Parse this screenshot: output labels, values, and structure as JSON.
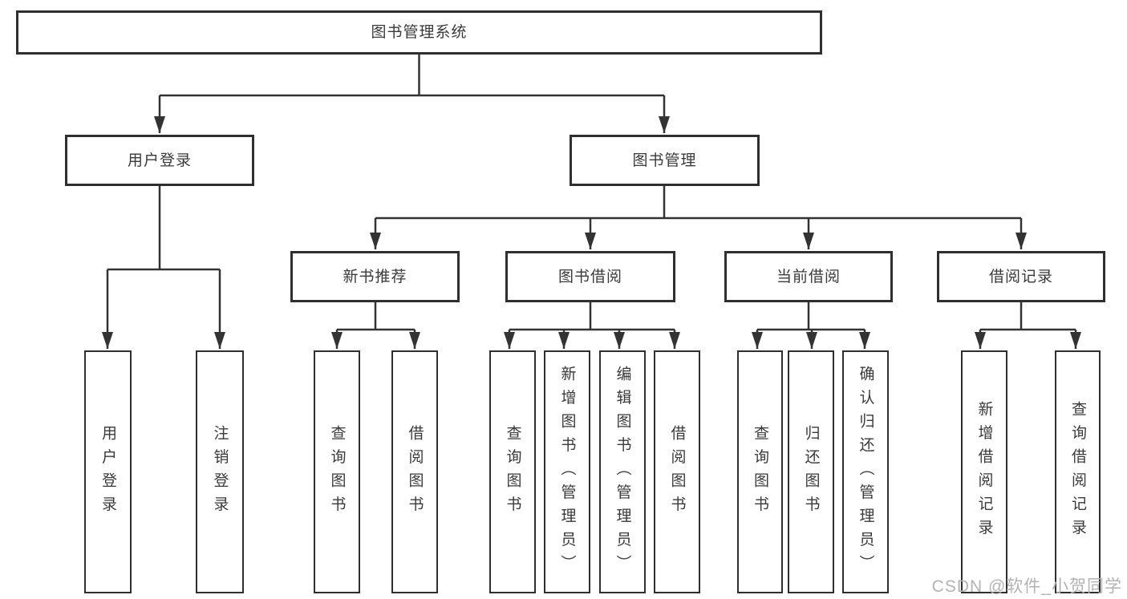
{
  "colors": {
    "box_border": "#2f2f2f",
    "box_text": "#3a3a3a",
    "connector": "#333333",
    "watermark_text": "#b3b3b3",
    "background": "#ffffff"
  },
  "watermark": {
    "text": "CSDN @软件_小贺同学"
  },
  "diagram": {
    "root": {
      "label": "图书管理系统"
    },
    "user_login": {
      "label": "用户登录",
      "children": [
        {
          "label": "用户登录"
        },
        {
          "label": "注销登录"
        }
      ]
    },
    "book_management": {
      "label": "图书管理",
      "children": [
        {
          "label": "新书推荐",
          "children": [
            {
              "label": "查询图书"
            },
            {
              "label": "借阅图书"
            }
          ]
        },
        {
          "label": "图书借阅",
          "children": [
            {
              "label": "查询图书"
            },
            {
              "label": "新增图书（管理员）"
            },
            {
              "label": "编辑图书（管理员）"
            },
            {
              "label": "借阅图书"
            }
          ]
        },
        {
          "label": "当前借阅",
          "children": [
            {
              "label": "查询图书"
            },
            {
              "label": "归还图书"
            },
            {
              "label": "确认归还（管理员）"
            }
          ]
        },
        {
          "label": "借阅记录",
          "children": [
            {
              "label": "新增借阅记录"
            },
            {
              "label": "查询借阅记录"
            }
          ]
        }
      ]
    }
  }
}
